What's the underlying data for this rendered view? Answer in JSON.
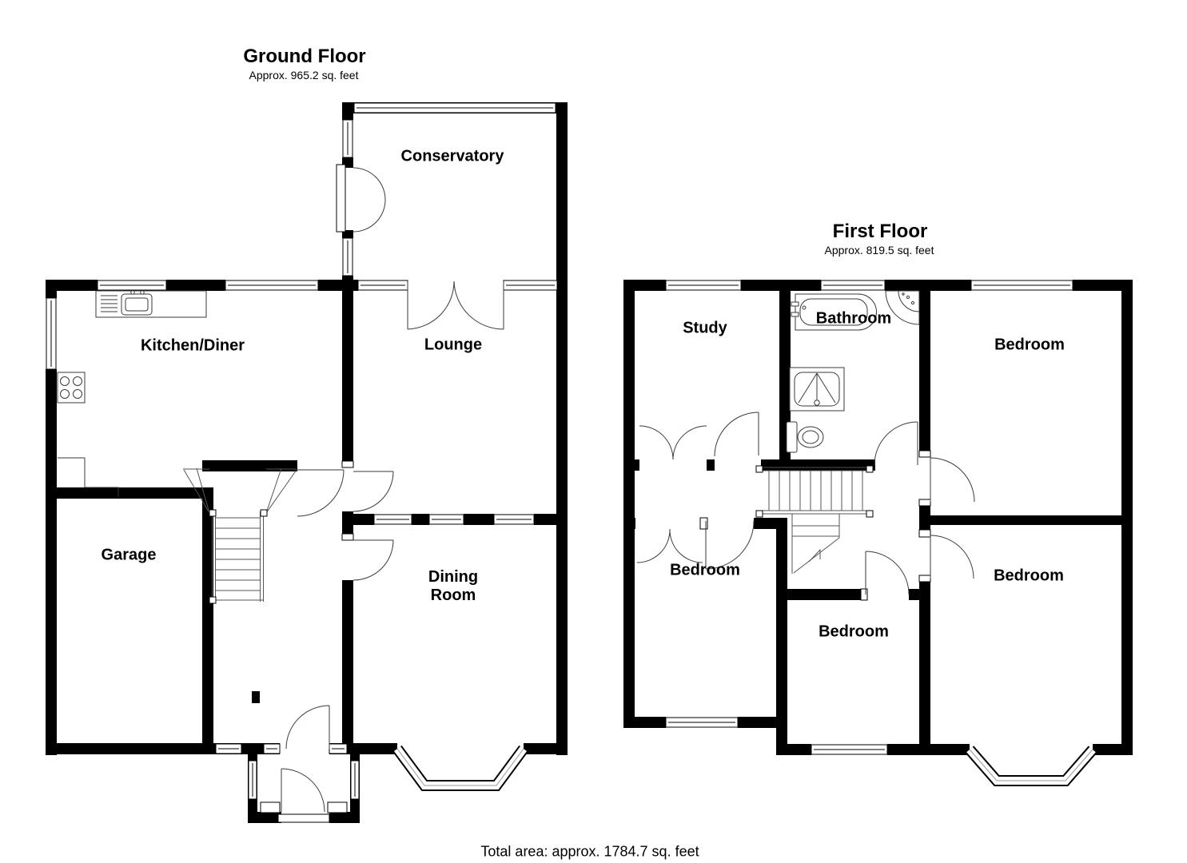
{
  "ground_floor": {
    "title": "Ground Floor",
    "area_label": "Approx. 965.2 sq. feet",
    "rooms": {
      "conservatory": "Conservatory",
      "kitchen_diner": "Kitchen/Diner",
      "lounge": "Lounge",
      "garage": "Garage",
      "dining_room": "Dining Room"
    }
  },
  "first_floor": {
    "title": "First Floor",
    "area_label": "Approx. 819.5 sq. feet",
    "rooms": {
      "study": "Study",
      "bathroom": "Bathroom",
      "bedroom_top_right": "Bedroom",
      "bedroom_bottom_left": "Bedroom",
      "bedroom_bottom_middle": "Bedroom",
      "bedroom_bottom_right": "Bedroom"
    }
  },
  "footer": {
    "total_area": "Total area: approx. 1784.7 sq. feet"
  },
  "colors": {
    "wall": "#000000",
    "background": "#ffffff",
    "detail_line": "#3a3a3a"
  }
}
